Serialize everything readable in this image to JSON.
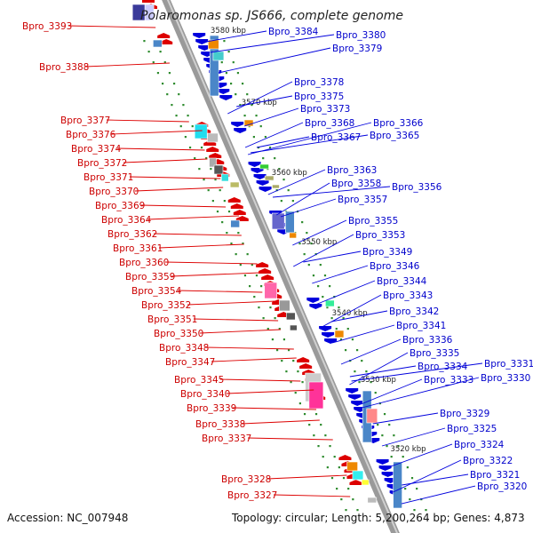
{
  "title": "Polaromonas sp. JS666, complete genome",
  "footer": {
    "accession": "Accession: NC_007948",
    "summary": "Topology: circular; Length: 5,200,264 bp; Genes: 4,873"
  },
  "colors": {
    "minus_strand": "#dd0000",
    "plus_strand": "#0000dd",
    "backbone": "#888888",
    "tick": "#2e8b2e"
  },
  "kbp_marks": [
    "3580 kbp",
    "3570 kbp",
    "3560 kbp",
    "3550 kbp",
    "3540 kbp",
    "3530 kbp",
    "3520 kbp"
  ],
  "genes_left": [
    "Bpro_3393",
    "Bpro_3388",
    "Bpro_3377",
    "Bpro_3376",
    "Bpro_3374",
    "Bpro_3372",
    "Bpro_3371",
    "Bpro_3370",
    "Bpro_3369",
    "Bpro_3364",
    "Bpro_3362",
    "Bpro_3361",
    "Bpro_3360",
    "Bpro_3359",
    "Bpro_3354",
    "Bpro_3352",
    "Bpro_3351",
    "Bpro_3350",
    "Bpro_3348",
    "Bpro_3347",
    "Bpro_3345",
    "Bpro_3340",
    "Bpro_3339",
    "Bpro_3338",
    "Bpro_3337",
    "Bpro_3328",
    "Bpro_3327"
  ],
  "genes_right": [
    "Bpro_3384",
    "Bpro_3380",
    "Bpro_3379",
    "Bpro_3378",
    "Bpro_3375",
    "Bpro_3373",
    "Bpro_3368",
    "Bpro_3366",
    "Bpro_3367",
    "Bpro_3365",
    "Bpro_3363",
    "Bpro_3358",
    "Bpro_3356",
    "Bpro_3357",
    "Bpro_3355",
    "Bpro_3353",
    "Bpro_3349",
    "Bpro_3346",
    "Bpro_3344",
    "Bpro_3343",
    "Bpro_3342",
    "Bpro_3341",
    "Bpro_3336",
    "Bpro_3335",
    "Bpro_3334",
    "Bpro_3331",
    "Bpro_3333",
    "Bpro_3330",
    "Bpro_3329",
    "Bpro_3325",
    "Bpro_3324",
    "Bpro_3322",
    "Bpro_3321",
    "Bpro_3320"
  ]
}
